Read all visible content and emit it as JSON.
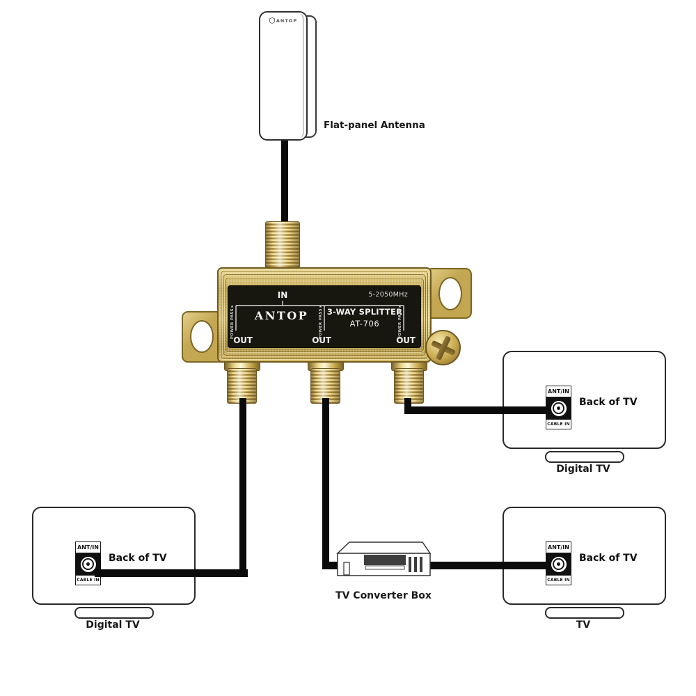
{
  "antenna": {
    "brand": "ANTOP",
    "label": "Flat-panel Antenna"
  },
  "splitter": {
    "in_label": "IN",
    "frequency": "5-2050MHz",
    "brand": "ANTOP",
    "type_label": "3-WAY SPLITTER",
    "model": "AT-706",
    "out_label": "OUT",
    "power_pass_label": "POWER PASS",
    "power_pass_arrow": "▲"
  },
  "tv_port": {
    "top_label": "ANT/IN",
    "bottom_label": "CABLE IN"
  },
  "tv_common": {
    "back_label": "Back of TV"
  },
  "tv_right": {
    "caption": "Digital TV"
  },
  "tv_left": {
    "caption": "Digital TV"
  },
  "tv_bottom_right": {
    "caption": "TV"
  },
  "converter": {
    "label": "TV Converter Box"
  },
  "colors": {
    "gold": "#c9ab54",
    "gold_dark": "#8a6d2a",
    "panel_black": "#17170f",
    "cable_black": "#0b0b0b",
    "outline": "#2a2a2a"
  }
}
